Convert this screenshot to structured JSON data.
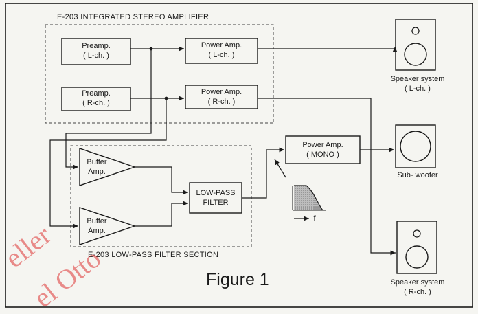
{
  "sections": {
    "amp_section": "E-203 INTEGRATED STEREO AMPLIFIER",
    "filter_section": "E-203  LOW-PASS FILTER SECTION"
  },
  "blocks": {
    "preamp_l": "Preamp.\n( L-ch. )",
    "preamp_r": "Preamp.\n( R-ch. )",
    "power_amp_l": "Power Amp.\n( L-ch. )",
    "power_amp_r": "Power Amp.\n( R-ch. )",
    "power_amp_mono": "Power Amp.\n( MONO )",
    "buffer_amp_1": "Buffer\nAmp.",
    "buffer_amp_2": "Buffer\nAmp.",
    "low_pass_filter": "LOW-PASS\nFILTER"
  },
  "speakers": {
    "speaker_l": "Speaker system\n( L-ch. )",
    "subwoofer": "Sub- woofer",
    "speaker_r": "Speaker system\n( R-ch. )"
  },
  "filter_graph": {
    "axis_label": "f"
  },
  "caption": "Figure 1",
  "watermark": [
    "eller",
    "el Otto"
  ],
  "colors": {
    "line": "#1a1a1a",
    "background": "#f5f5f1",
    "watermark": "#dc3232"
  }
}
